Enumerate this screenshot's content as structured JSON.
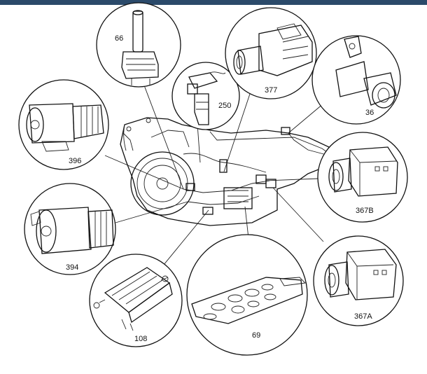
{
  "diagram": {
    "bar_color": "#2b4a6a",
    "callouts": [
      {
        "id": "c66",
        "label": "66"
      },
      {
        "id": "c250",
        "label": "250"
      },
      {
        "id": "c377",
        "label": "377"
      },
      {
        "id": "c36",
        "label": "36"
      },
      {
        "id": "c396",
        "label": "396"
      },
      {
        "id": "c367B",
        "label": "367B"
      },
      {
        "id": "c394",
        "label": "394"
      },
      {
        "id": "c367A",
        "label": "367A"
      },
      {
        "id": "c108",
        "label": "108"
      },
      {
        "id": "c69",
        "label": "69"
      }
    ]
  }
}
